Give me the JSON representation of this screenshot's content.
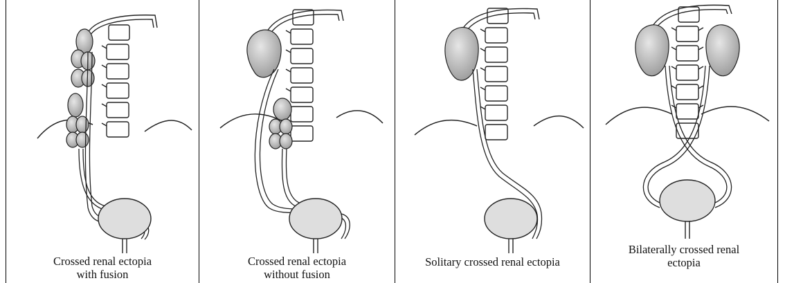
{
  "panels": [
    {
      "caption_line1": "Crossed renal ectopia",
      "caption_line2": "with fusion"
    },
    {
      "caption_line1": "Crossed renal ectopia",
      "caption_line2": "without fusion"
    },
    {
      "caption_line1": "Solitary crossed renal ectopia",
      "caption_line2": ""
    },
    {
      "caption_line1": "Bilaterally crossed renal",
      "caption_line2": "ectopia"
    }
  ],
  "colors": {
    "kidney": "#a8a8a8",
    "bladder": "#dedede",
    "line": "#222222",
    "vertebra": "#ffffff"
  }
}
